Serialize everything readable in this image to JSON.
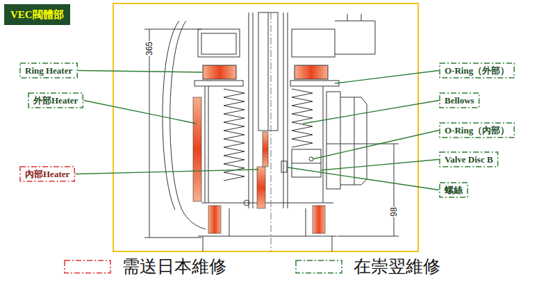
{
  "diagram": {
    "title": "VEC閥體部",
    "nodes": [
      {
        "text": [
          "Ring Heater"
        ]
      },
      {
        "text": [
          "外部Heater"
        ]
      },
      {
        "text": [
          "內部Heater"
        ]
      },
      {
        "text": [
          "O-Ring（外部）"
        ]
      },
      {
        "text": [
          "Bellows"
        ]
      },
      {
        "text": [
          "O-Ring（內部）"
        ]
      },
      {
        "text": [
          "Valve Disc B"
        ]
      },
      {
        "text": [
          "螺絲"
        ]
      }
    ],
    "edges": [],
    "labels": [
      "365",
      "98"
    ],
    "legend": [
      {
        "text": "需送日本維修"
      },
      {
        "text": "在崇翌維修"
      }
    ]
  }
}
